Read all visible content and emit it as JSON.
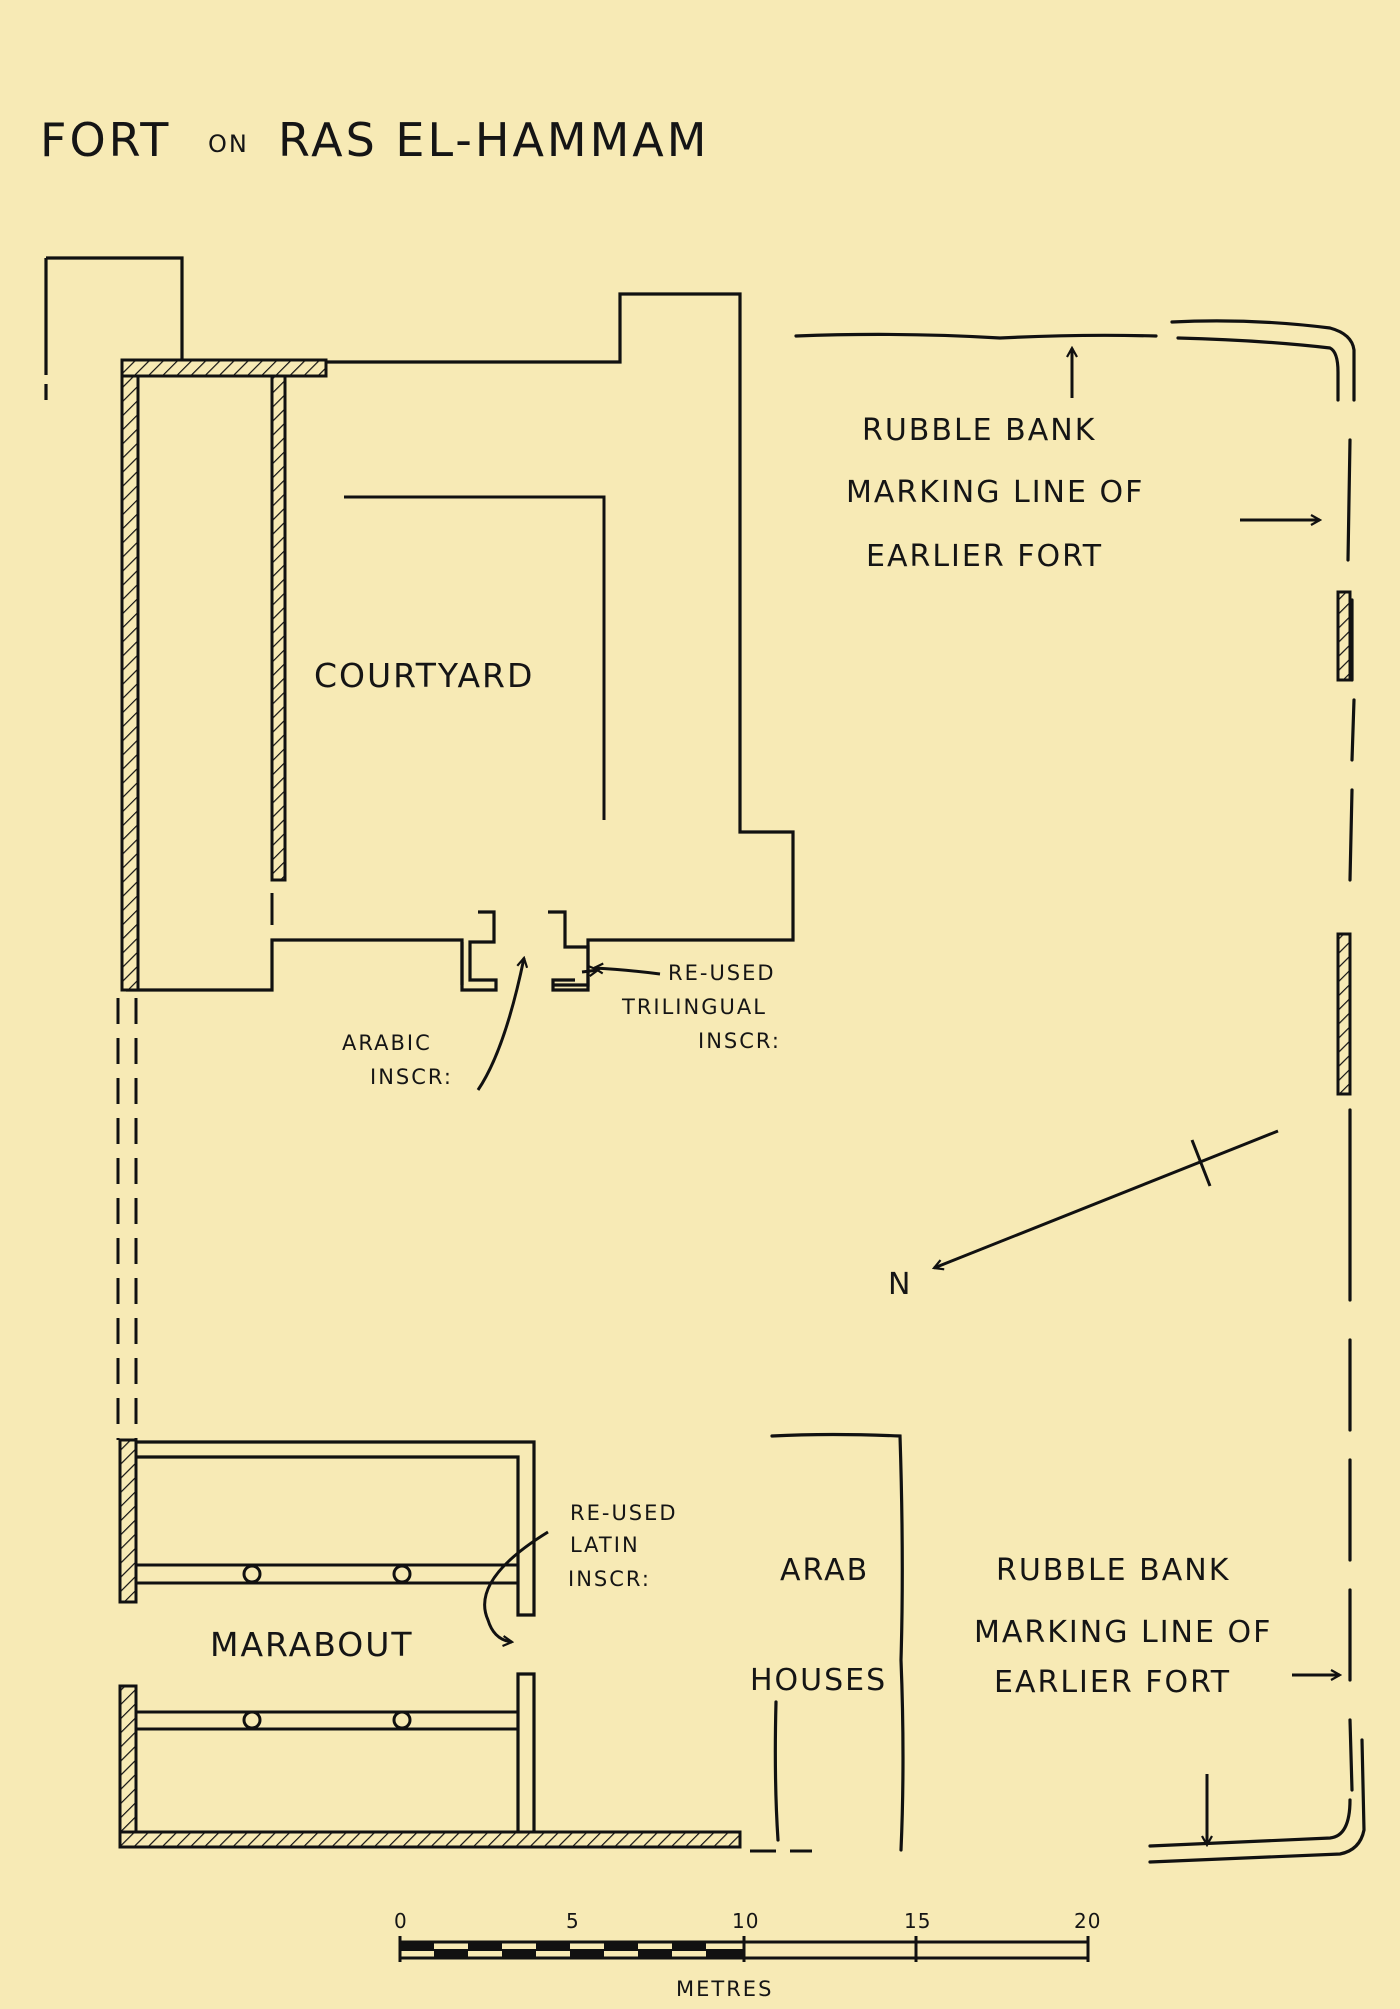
{
  "title": {
    "main1": "FORT",
    "connector": "ON",
    "main2": "RAS EL-HAMMAM"
  },
  "labels": {
    "courtyard": "COURTYARD",
    "marabout": "MARABOUT",
    "arab_houses": [
      "ARAB",
      "HOUSES"
    ],
    "rubble_bank_top": [
      "RUBBLE BANK",
      "MARKING LINE OF",
      "EARLIER FORT"
    ],
    "rubble_bank_bottom": [
      "RUBBLE BANK",
      "MARKING LINE OF",
      "EARLIER FORT"
    ],
    "arabic_inscr": [
      "ARABIC",
      "INSCR:"
    ],
    "trilingual_inscr": [
      "RE-USED",
      "TRILINGUAL",
      "INSCR:"
    ],
    "latin_inscr": [
      "RE-USED",
      "LATIN",
      "INSCR:"
    ],
    "north": "N"
  },
  "scale_bar": {
    "ticks": [
      "0",
      "5",
      "10",
      "15",
      "20"
    ],
    "unit": "METRES"
  },
  "colors": {
    "paper": "#f7eab5",
    "ink": "#111111"
  }
}
